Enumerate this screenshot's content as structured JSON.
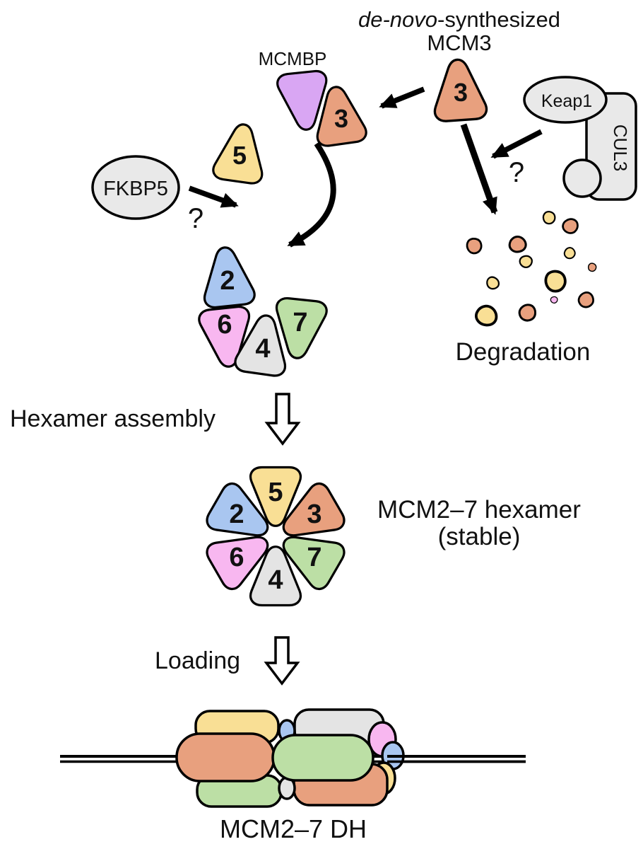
{
  "figure": {
    "title_italic": "de-novo",
    "title_rest": "-synthesized",
    "title_line2": "MCM3"
  },
  "labels": {
    "mcmbp": "MCMBP",
    "keap1": "Keap1",
    "cul3": "CUL3",
    "fkbp5": "FKBP5",
    "fkbp5_question": "?",
    "keap1_question": "?",
    "degradation": "Degradation",
    "hexamer_assembly": "Hexamer assembly",
    "hexamer_name": "MCM2–7 hexamer",
    "hexamer_state": "(stable)",
    "loading": "Loading",
    "double_hexamer": "MCM2–7 DH"
  },
  "subunits": {
    "free_mcm3": "3",
    "bound_mcm3": "3",
    "free_mcm5": "5"
  },
  "partial_hexamer": {
    "subunits": [
      {
        "label": "2"
      },
      {
        "label": "6"
      },
      {
        "label": "4"
      },
      {
        "label": "7"
      }
    ]
  },
  "full_hexamer": {
    "subunits": [
      {
        "label": "5"
      },
      {
        "label": "3"
      },
      {
        "label": "7"
      },
      {
        "label": "4"
      },
      {
        "label": "6"
      },
      {
        "label": "2"
      }
    ]
  },
  "colors": {
    "mcm2": "#A9C6F0",
    "mcm3": "#E8A07E",
    "mcm4": "#E4E4E4",
    "mcm5": "#F9DF95",
    "mcm6": "#F8B7F0",
    "mcm7": "#BCDFA5",
    "mcmbp": "#D9A6F3",
    "complex_gray": "#E9E9E9",
    "text_red": "#C23B3F"
  }
}
